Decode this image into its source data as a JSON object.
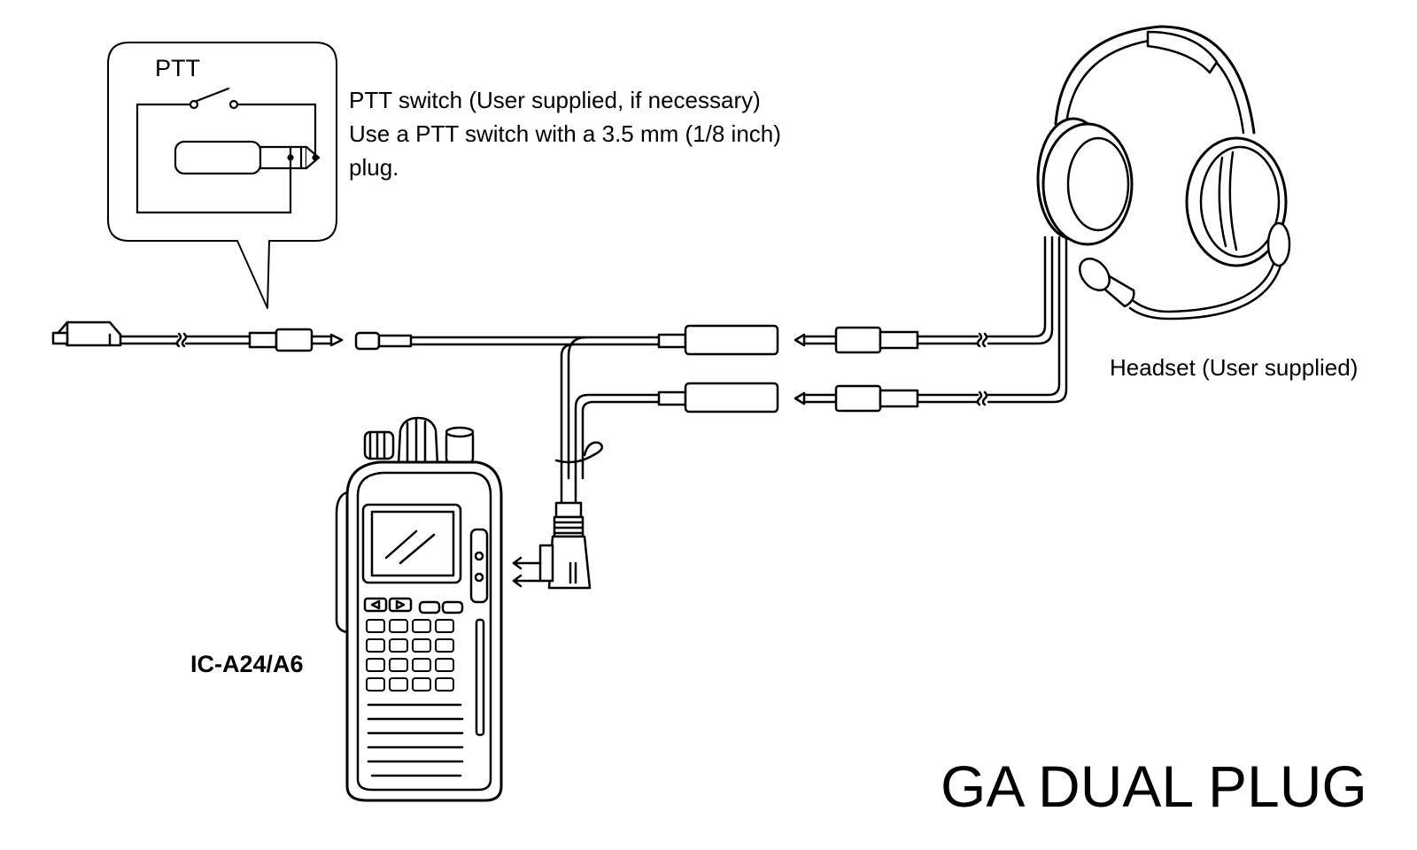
{
  "callout": {
    "title": "PTT",
    "note_lines": [
      "PTT switch (User supplied, if necessary)",
      "Use a PTT switch with a 3.5 mm (1/8 inch)",
      "plug."
    ]
  },
  "headset": {
    "label": "Headset (User supplied)"
  },
  "radio": {
    "model": "IC-A24/A6"
  },
  "product": {
    "title": "GA DUAL PLUG"
  },
  "icons": [
    "ptt-switch-icon",
    "headset-icon",
    "handheld-radio-icon",
    "plug-icon",
    "jack-icon",
    "arrow-icon"
  ]
}
